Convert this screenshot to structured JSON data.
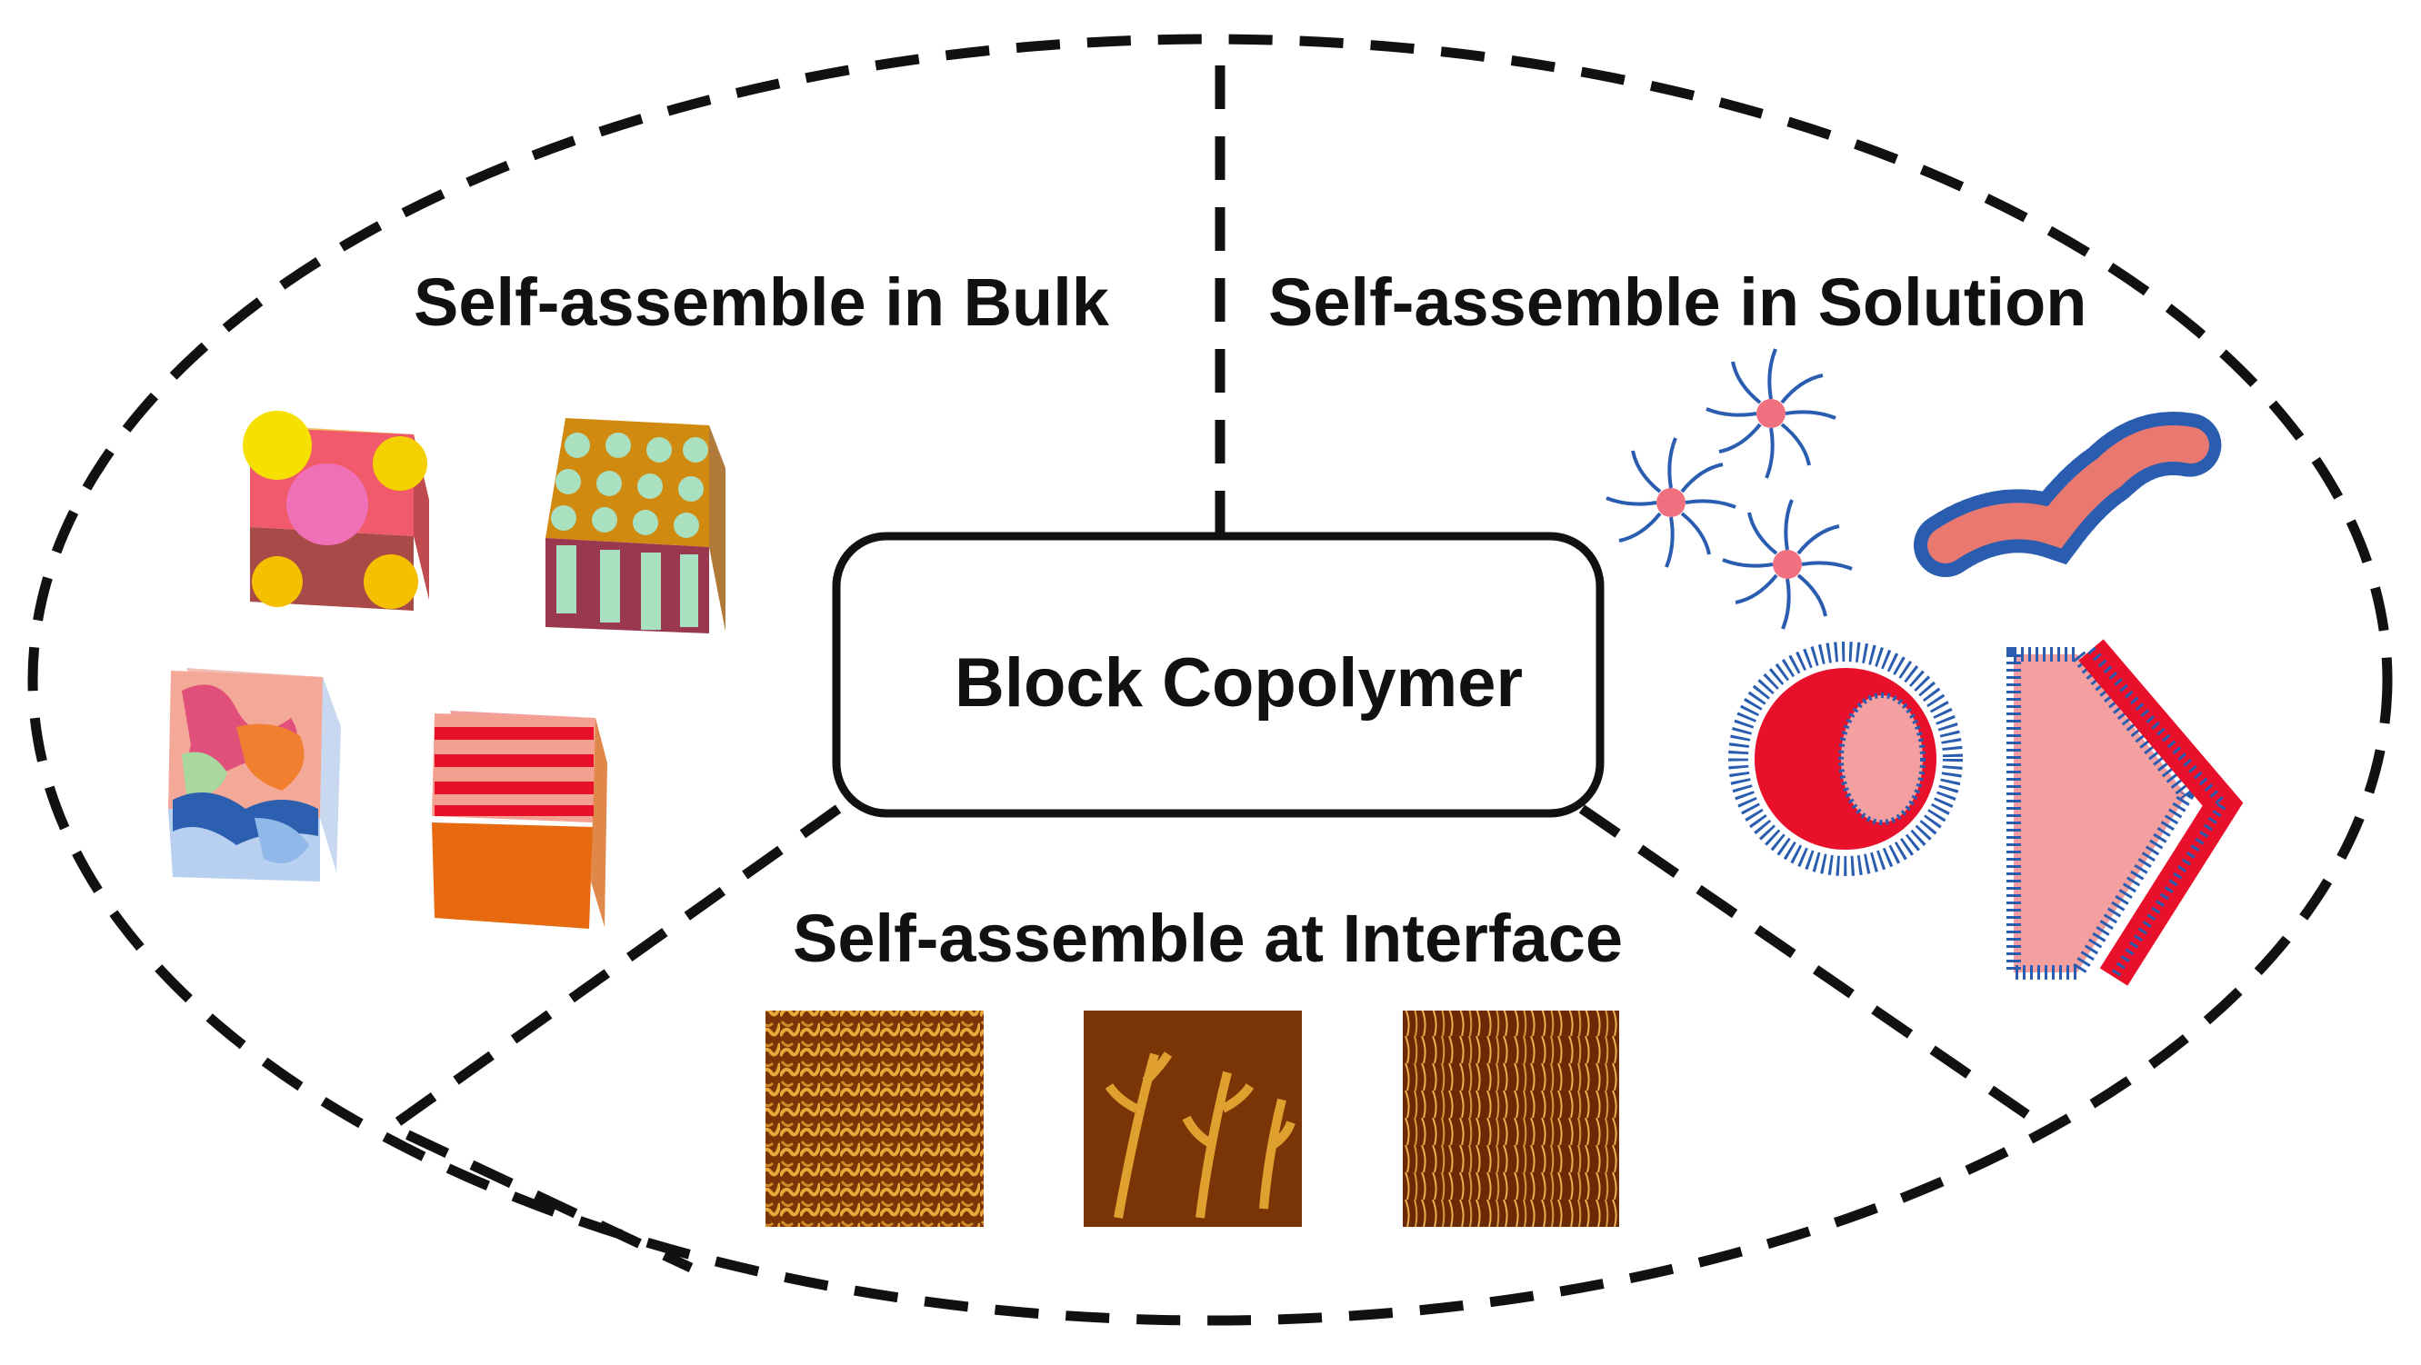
{
  "diagram": {
    "center": "Block Copolymer",
    "regions": {
      "bulk": "Self-assemble in Bulk",
      "solution": "Self-assemble in Solution",
      "interface": "Self-assemble at Interface"
    },
    "colors": {
      "outline": "#111111",
      "micelle_core": "#e8434b",
      "corona": "#2a5db0",
      "afm_dark": "#6b2a05",
      "afm_light": "#e0a030"
    }
  }
}
